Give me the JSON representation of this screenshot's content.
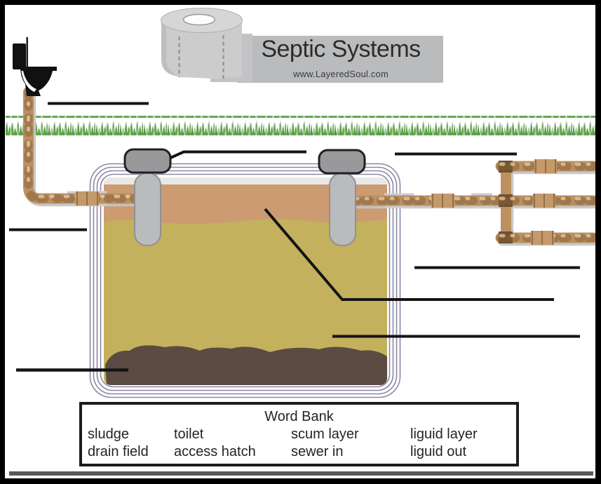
{
  "header": {
    "title": "Septic Systems",
    "website": "www.LayeredSoul.com"
  },
  "word_bank": {
    "title": "Word Bank",
    "rows": [
      [
        "sludge",
        "toilet",
        "scum layer",
        "liguid layer"
      ],
      [
        "drain field",
        "access hatch",
        "sewer in",
        "liguid out"
      ]
    ]
  },
  "colors": {
    "banner_gray": "#babbbd",
    "paper_roll_gray": "#cccccd",
    "grass_green": "#5fa04b",
    "pipe_brown": "#bc9162",
    "tank_outline_lavender": "#8d87a4",
    "scum_layer": "#cc9b72",
    "liquid_layer": "#c3b15d",
    "sludge_brown": "#5c4b43",
    "hatch_gray": "#98999b",
    "frame_black": "#000000"
  }
}
